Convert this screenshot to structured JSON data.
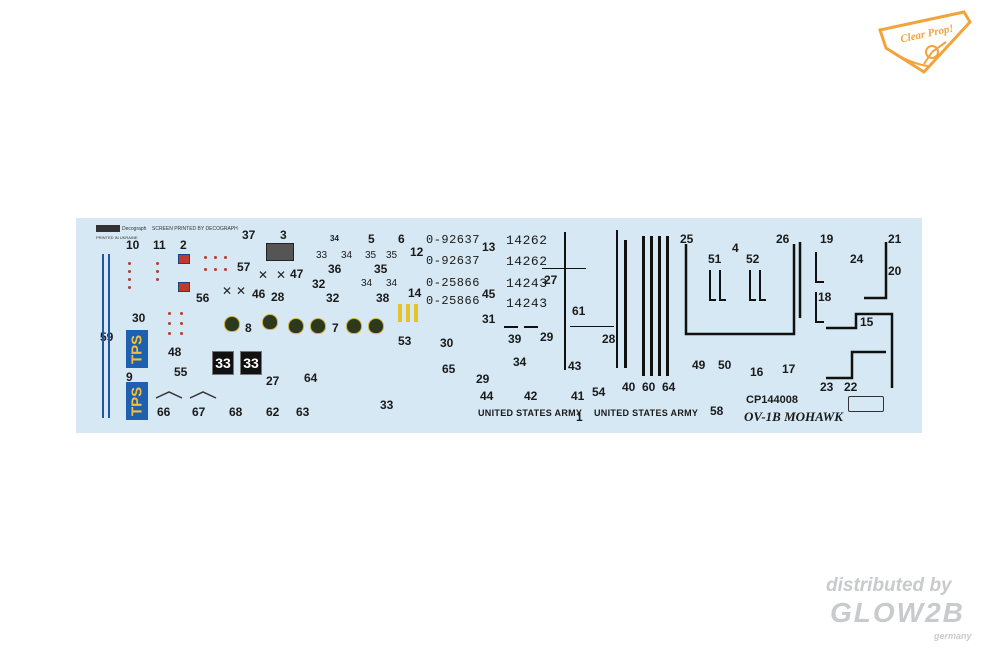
{
  "logo": {
    "text": "Clear Prop!",
    "color": "#f2a43a"
  },
  "sheet_header": {
    "maker": "Decograph",
    "screen_printed": "SCREEN PRINTED BY DECOGRAPH",
    "printed_in": "PRINTED IN UKRAINE"
  },
  "product_code": "CP144008",
  "product_name": "OV-1B MOHAWK",
  "army_text_1": "UNITED STATES ARMY",
  "army_text_2": "UNITED STATES ARMY",
  "tps_text": "TPS",
  "box_33": "33",
  "serials": {
    "a": "0-92637",
    "b": "0-92637",
    "c": "0-25866",
    "d": "0-25866",
    "e": "14262",
    "f": "14262",
    "g": "14243",
    "h": "14243"
  },
  "numbers_col1": [
    "10",
    "11",
    "2",
    "57",
    "56",
    "30",
    "59",
    "48",
    "9",
    "55",
    "66",
    "67",
    "68",
    "62",
    "63"
  ],
  "numbers_col2": [
    "37",
    "3",
    "47",
    "46",
    "28",
    "8",
    "7",
    "27",
    "64",
    "33"
  ],
  "numbers_col3": [
    "34",
    "5",
    "6",
    "12",
    "36",
    "35",
    "32",
    "32",
    "38",
    "14",
    "53",
    "30",
    "65",
    "33",
    "34",
    "35",
    "35",
    "34",
    "34"
  ],
  "numbers_col4": [
    "13",
    "45",
    "31",
    "27",
    "61",
    "29",
    "39",
    "28",
    "29",
    "34",
    "44",
    "42",
    "41",
    "1",
    "43",
    "54"
  ],
  "numbers_col5": [
    "25",
    "4",
    "51",
    "52",
    "26",
    "19",
    "21",
    "24",
    "20",
    "18",
    "15",
    "49",
    "50",
    "16",
    "17",
    "23",
    "22",
    "40",
    "60",
    "64",
    "58"
  ],
  "watermark": {
    "line1": "distributed by",
    "line2": "GLOW2B",
    "line3": "germany"
  }
}
